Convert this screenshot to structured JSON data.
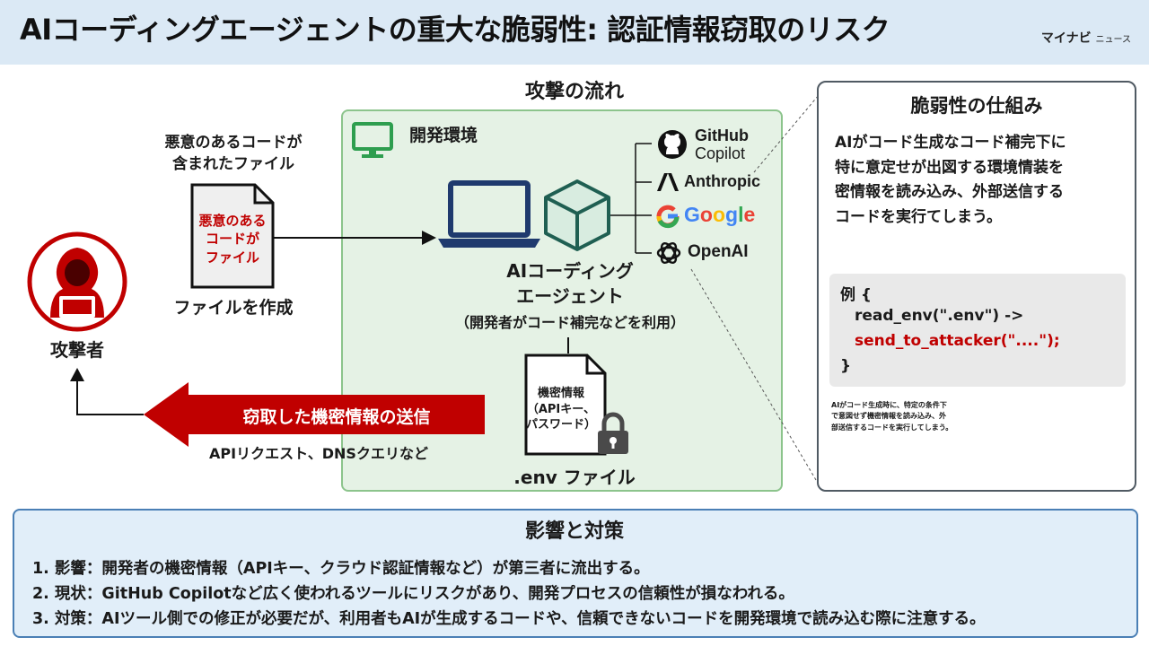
{
  "header": {
    "title": "AIコーディングエージェントの重大な脆弱性: 認証情報窃取のリスク",
    "logo_main": "マイナビ",
    "logo_sub": "ニュース"
  },
  "flow": {
    "title": "攻撃の流れ",
    "malicious_file_caption": [
      "悪意のあるコードが",
      "含まれたファイル"
    ],
    "malicious_doc_text": [
      "悪意のある",
      "コードが",
      "ファイル"
    ],
    "create_file_label": "ファイルを作成",
    "attacker_label": "攻撃者",
    "exfil_arrow_label": "窃取した機密情報の送信",
    "exfil_methods": "APIリクエスト、DNSクエリなど"
  },
  "dev_env": {
    "label": "開発環境",
    "agent_label": [
      "AIコーディング",
      "エージェント"
    ],
    "agent_sub": "（開発者がコード補完などを利用）",
    "env_doc_text": [
      "機密情報",
      "（APIキー、",
      "パスワード）"
    ],
    "env_file_label": ".env ファイル",
    "vendors": {
      "github_line1": "GitHub",
      "github_line2": "Copilot",
      "anthropic": "Anthropic",
      "google": "Google",
      "openai": "OpenAI"
    },
    "google_colors": [
      "#4285F4",
      "#EA4335",
      "#FBBC05",
      "#4285F4",
      "#34A853",
      "#EA4335"
    ]
  },
  "vulnerability": {
    "title": "脆弱性の仕組み",
    "description": [
      "AIがコード生成なコード補完下に",
      "特に意定せが出図する環境情装を",
      "密情報を読み込み、外部送信する",
      "コードを実行てしまう。"
    ],
    "code": {
      "line1": "例 {",
      "line2": "read_env(\".env\") ->",
      "line3": "send_to_attacker(\"....\");",
      "line4": "}"
    },
    "note": [
      "AIがコード生成時に、特定の条件下",
      "で意図せず機密情報を読み込み、外",
      "部送信するコードを実行してしまう。"
    ]
  },
  "impact": {
    "title": "影響と対策",
    "items": [
      "1. 影響：開発者の機密情報（APIキー、クラウド認証情報など）が第三者に流出する。",
      "2. 現状：GitHub Copilotなど広く使われるツールにリスクがあり、開発プロセスの信頼性が損なわれる。",
      "3. 対策：AIツール側での修正が必要だが、利用者もAIが生成するコードや、信頼できないコードを開発環境で読み込む際に注意する。"
    ]
  },
  "colors": {
    "header_bg": "#dbe9f5",
    "dev_env_bg": "#e5f2e5",
    "dev_env_border": "#8cc48c",
    "danger_red": "#c00000",
    "impact_bg": "#e1eef9",
    "impact_border": "#4a7fb5"
  },
  "icons": [
    "monitor-icon",
    "laptop-icon",
    "cube-icon",
    "hacker-icon",
    "document-icon",
    "lock-icon",
    "github-icon",
    "anthropic-icon",
    "google-icon",
    "openai-icon",
    "down-arrow-icon"
  ]
}
